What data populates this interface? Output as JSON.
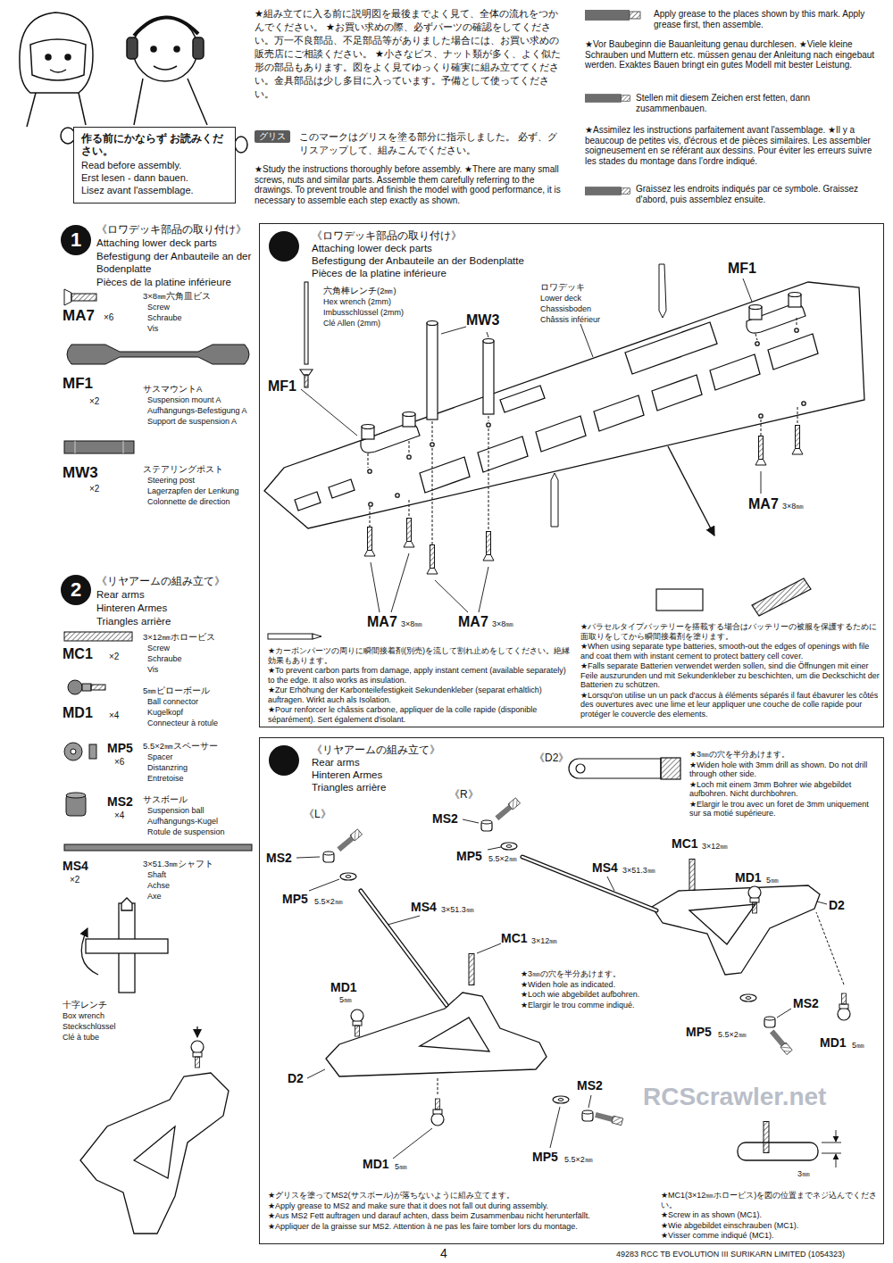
{
  "diagram": {
    "nodes": [
      {
        "text": [
          "作る前にかならず お読みください。",
          "Read before assembly.",
          "Erst lesen - dann bauen.",
          "Lisez avant l'assemblage."
        ]
      },
      {
        "text": [
          "グリス"
        ]
      },
      {
        "text": [
          "1"
        ]
      },
      {
        "text": [
          "《ロワデッキ部品の取り付け》",
          "Attaching lower deck parts",
          "Befestigung der Anbauteile an der Bodenplatte",
          "Pièces de la platine inférieure"
        ]
      },
      {
        "text": [
          "1"
        ],
        "in": 3
      },
      {
        "text": [
          "2"
        ]
      },
      {
        "text": [
          "《リヤアームの組み立て》",
          "Rear arms",
          "Hinteren Armes",
          "Triangles arrière"
        ]
      },
      {
        "text": [
          "2"
        ],
        "in": 6
      }
    ],
    "labels": [
      "★組み立てに入る前に説明図を最後までよく見て、全体の流れをつかんでください。 ★お買い求めの際、必ずパーツの確認をしてください。万一不良部品、不足部品等がありました場合には、お買い求めの販売店にご相談ください。 ★小さなビス、ナット類が多く、よく似た形の部品もあります。図をよく見てゆっくり確実に組み立ててください。金具部品は少し多目に入っています。予備として使ってください。",
      "このマークはグリスを塗る部分に指示しました。 必ず、グリスアップして、組みこんでください。",
      "★Study the instructions thoroughly before assembly. ★There are many small screws, nuts and similar parts. Assemble them carefully referring to the drawings. To prevent trouble and finish the model with good performance, it is necessary to assemble each step exactly as shown.",
      "Apply grease to the places shown by this mark. Apply grease first, then assemble.",
      "★Vor Baubeginn die Bauanleitung genau durchlesen. ★Viele kleine Schrauben und Muttern etc. müssen genau der Anleitung nach eingebaut werden. Exaktes Bauen bringt ein gutes Modell mit bester Leistung.",
      "Stellen mit diesem Zeichen erst fetten, dann zusammenbauen.",
      "★Assimilez les instructions parfaitement avant l'assemblage. ★Il y a beaucoup de petites vis, d'écrous et de pièces similaires. Les assembler soigneusement en se référant aux dessins. Pour éviter les erreurs suivre les stades du montage dans l'ordre indiqué.",
      "Graissez les endroits indiqués par ce symbole. Graissez d'abord, puis assemblez ensuite.",
      "《ロワデッキ部品の取り付け》",
      "Attaching lower deck parts",
      "Befestigung der Anbauteile an der Bodenplatte",
      "Pièces de la platine inférieure",
      "MA7",
      "×6",
      "3×8㎜六角皿ビス",
      "Screw",
      "Schraube",
      "Vis",
      "MF1",
      "×2",
      "サスマウントA",
      "Suspension mount A",
      "Aufhängungs-Befestigung A",
      "Support de suspension A",
      "MW3",
      "×2",
      "ステアリングポスト",
      "Steering post",
      "Lagerzapfen der Lenkung",
      "Colonnette de direction",
      "《リヤアームの組み立て》",
      "Rear arms",
      "Hinteren Armes",
      "Triangles arrière",
      "MC1",
      "×2",
      "3×12㎜ホロービス",
      "Screw",
      "Schraube",
      "Vis",
      "MD1",
      "×4",
      "5㎜ピローボール",
      "Ball connector",
      "Kugelkopf",
      "Connecteur à rotule",
      "MP5",
      "×6",
      "5.5×2㎜スペーサー",
      "Spacer",
      "Distanzring",
      "Entretoise",
      "MS2",
      "×4",
      "サスボール",
      "Suspension ball",
      "Aufhängungs-Kugel",
      "Rotule de suspension",
      "MS4",
      "×2",
      "3×51.3㎜シャフト",
      "Shaft",
      "Achse",
      "Axe",
      "十字レンチ",
      "Box wrench",
      "Steckschlüssel",
      "Clé à tube",
      "六角棒レンチ(2㎜)",
      "Hex wrench (2mm)",
      "Imbusschlüssel (2mm)",
      "Clé Allen (2mm)",
      "MW3",
      "ロワデッキ",
      "Lower deck",
      "Chassisboden",
      "Châssis inférieur",
      "MF1",
      "MF1",
      "MA7",
      "3×8㎜",
      "MA7",
      "3×8㎜",
      "MA7",
      "3×8㎜",
      "★カーボンパーツの周りに瞬間接着剤(別売)を流して割れ止めをしてください。絶縁効果もあります。",
      "★To prevent carbon parts from damage, apply instant cement (available separately) to the edge. It also works as insulation.",
      "★Zur Erhöhung der Karbonteilefestigkeit Sekundenkleber (separat erhältlich) auftragen. Wirkt auch als Isolation.",
      "★Pour renforcer le châssis carbone, appliquer de la colle rapide (disponible séparément). Sert également d'isolant.",
      "★バラセルタイプバッテリーを搭載する場合はバッテリーの被服を保護するために面取りをしてから瞬間接着剤を塗ります。",
      "★When using separate type batteries, smooth-out the edges of openings with file and coat them with instant cement to protect battery cell cover.",
      "★Falls separate Batterien verwendet werden sollen, sind die Öffnungen mit einer Feile auszurunden und mit Sekundenkleber zu beschichten, um die Deckschicht der Batterien zu schützen.",
      "★Lorsqu'on utilise un un pack d'accus à éléments séparés il faut ébavurer les côtés des ouvertures avec une lime et leur appliquer une couche de colle rapide pour protéger le couvercle des elements.",
      "《D2》",
      "★3㎜の穴を半分あけます。",
      "★Widen hole with 3mm drill as shown. Do not drill through other side.",
      "★Loch mit einem 3mm Bohrer wie abgebildet aufbohren. Nicht durchbohren.",
      "★Elargir le trou avec un foret de 3mm uniquement sur sa motié supérieure.",
      "《R》",
      "MS2",
      "MP5",
      "5.5×2㎜",
      "MS4",
      "3×51.3㎜",
      "MC1",
      "3×12㎜",
      "MD1",
      "5㎜",
      "D2",
      "MS2",
      "MP5",
      "5.5×2㎜",
      "MD1",
      "5㎜",
      "3㎜",
      "《L》",
      "MS2",
      "MP5",
      "5.5×2㎜",
      "MS4",
      "3×51.3㎜",
      "MC1",
      "3×12㎜",
      "MD1",
      "5㎜",
      "★3㎜の穴を半分あけます。",
      "★Widen hole as indicated.",
      "★Loch wie abgebildet aufbohren.",
      "★Elargir le trou comme indiqué.",
      "D2",
      "MD1",
      "5㎜",
      "MS2",
      "MP5",
      "5.5×2㎜",
      "★グリスを塗ってMS2(サスボール)が落ちないように組み立てます。",
      "★Apply grease to MS2 and make sure that it does not fall out during assembly.",
      "★Aus MS2 Fett auftragen und darauf achten, dass beim Zusammenbau nicht herunterfällt.",
      "★Appliquer de la graisse sur MS2. Attention à ne pas les faire tomber lors du montage.",
      "★MC1(3×12㎜ホロービス)を図の位置までネジ込んでください。",
      "★Screw in as shown (MC1).",
      "★Wie abgebildet einschrauben (MC1).",
      "★Visser comme indiqué (MC1).",
      "4",
      "49283 RCC TB EVOLUTION III SURIKARN LIMITED (1054323)",
      "RCScrawler.net"
    ]
  }
}
